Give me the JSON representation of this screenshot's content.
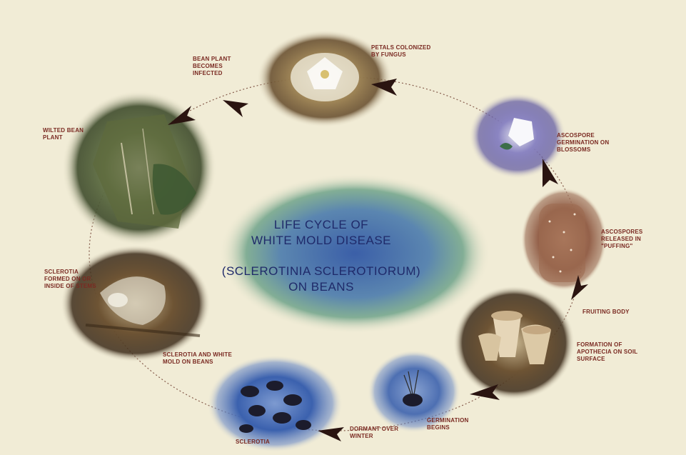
{
  "diagram": {
    "center_title": {
      "line1": "LIFE CYCLE OF",
      "line2": "WHITE MOLD DISEASE",
      "line3": "(SCLEROTINIA SCLEROTIORUM)",
      "line4": "ON BEANS"
    },
    "stages": [
      {
        "id": "bean-plant-infected",
        "label": "BEAN PLANT BECOMES INFECTED"
      },
      {
        "id": "petals-colonized",
        "label": "PETALS COLONIZED BY FUNGUS"
      },
      {
        "id": "ascospore-germination",
        "label": "ASCOSPORE GERMINATION ON BLOSSOMS"
      },
      {
        "id": "ascospore-release",
        "label": "ASCOSPORES RELEASED IN \"PUFFING\""
      },
      {
        "id": "fruiting-body",
        "label": "FRUITING BODY"
      },
      {
        "id": "formation-of-apothecia",
        "label": "FORMATION OF APOTHECIA ON SOIL SURFACE"
      },
      {
        "id": "germination",
        "label": "GERMINATION BEGINS"
      },
      {
        "id": "dormant-over-winter",
        "label": "DORMANT OVER WINTER"
      },
      {
        "id": "sclerotia",
        "label": "SCLEROTIA"
      },
      {
        "id": "sclerotia-white-mold",
        "label": "SCLEROTIA AND WHITE MOLD ON BEANS"
      },
      {
        "id": "sclerotia-formed",
        "label": "SCLEROTIA FORMED ON OR INSIDE OF STEMS"
      },
      {
        "id": "wilted-bean-plant",
        "label": "WILTED BEAN PLANT"
      }
    ]
  },
  "colors": {
    "background": "#efe9d2",
    "label_text": "#7a2a22",
    "title_text": "#1f2a6a",
    "arrow": "#2a1410",
    "center_blob_core": "#3b5fa8",
    "center_blob_edge": "#6fa38a"
  }
}
